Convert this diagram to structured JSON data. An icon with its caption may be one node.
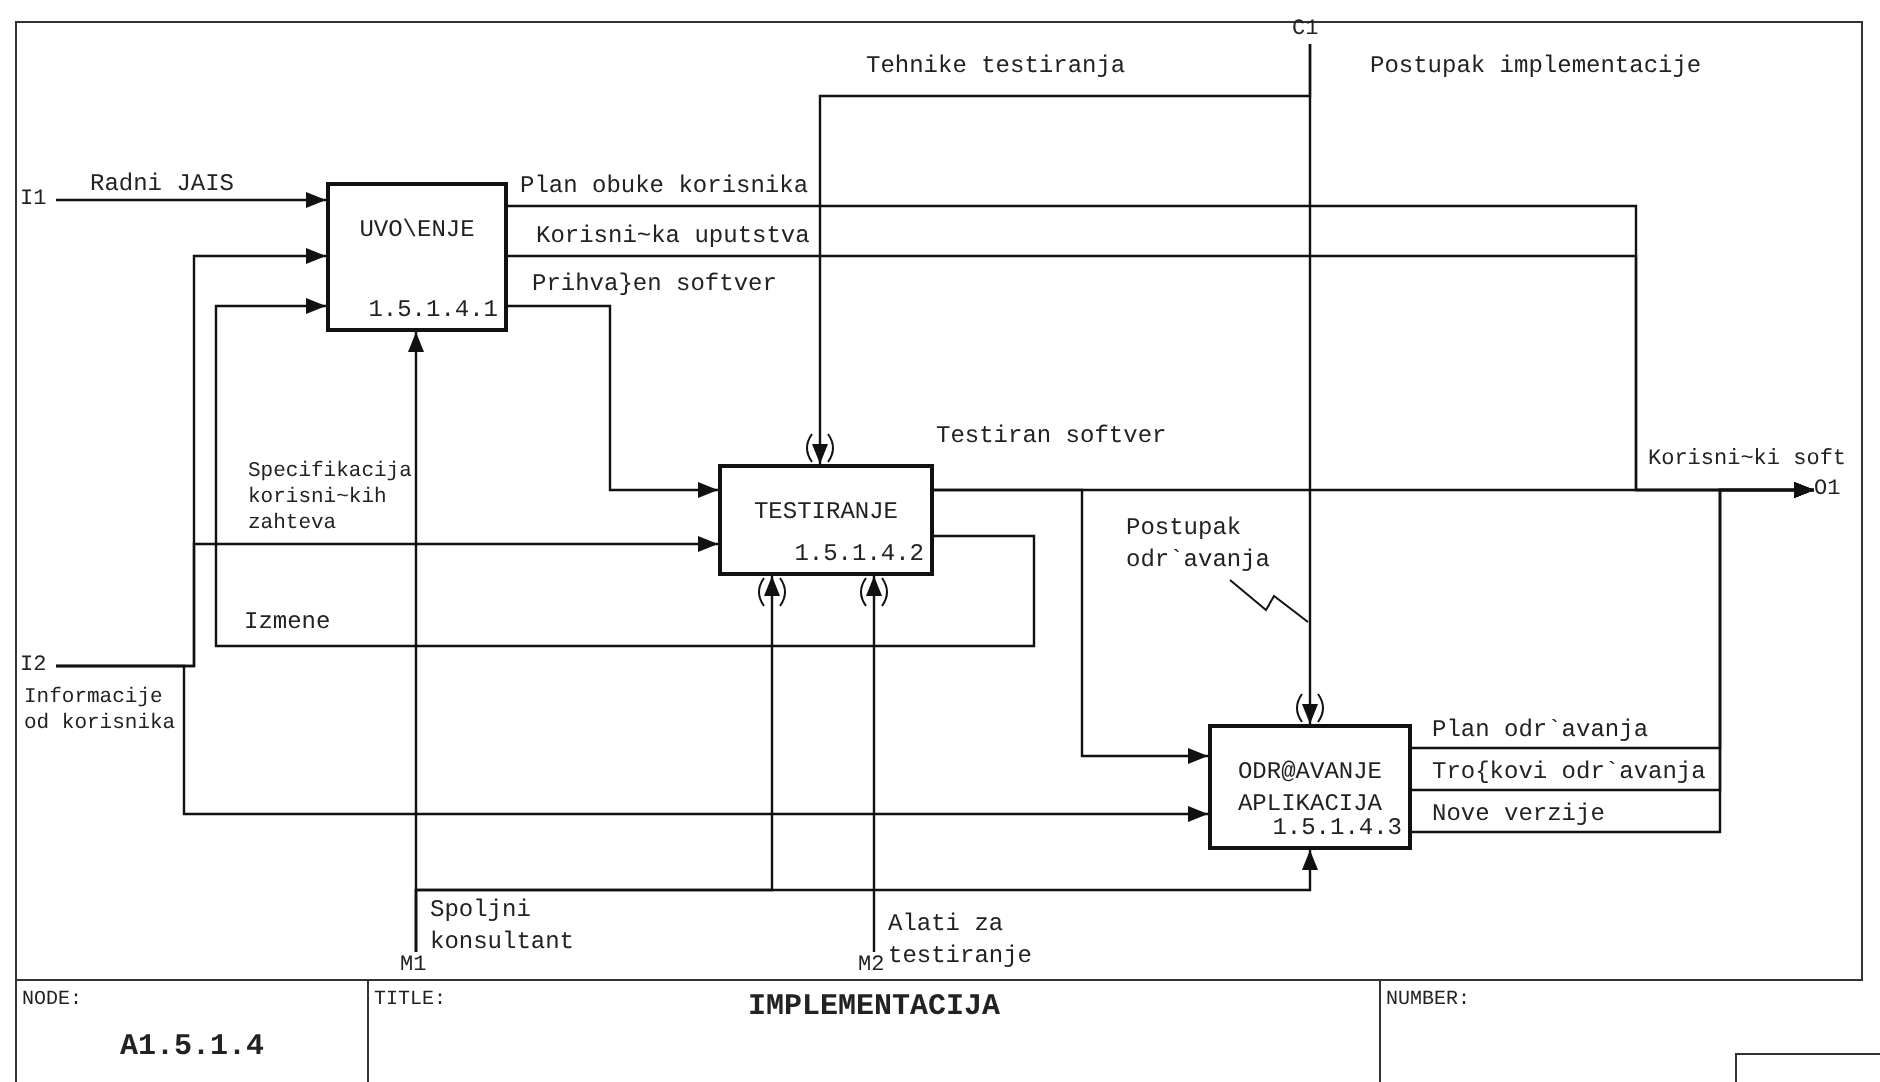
{
  "diagram": {
    "title": "IMPLEMENTACIJA",
    "nodes": [
      {
        "text": [
          "UVO\\ENJE",
          "1.5.1.4.1"
        ]
      },
      {
        "text": [
          "TESTIRANJE",
          "1.5.1.4.2"
        ]
      },
      {
        "text": [
          "ODR@AVANJE APLIKACIJA",
          "1.5.1.4.3"
        ]
      },
      {
        "text": [
          "I1"
        ]
      },
      {
        "text": [
          "I2"
        ]
      },
      {
        "text": [
          "C1"
        ],
        "beside": [
          "Postupak implementacije"
        ]
      },
      {
        "text": [
          "O1"
        ]
      },
      {
        "text": [
          "M1"
        ]
      },
      {
        "text": [
          "M2"
        ]
      }
    ],
    "edges": [
      {
        "from": 3,
        "to": 0,
        "arrow": "to",
        "label": "Radni JAIS"
      },
      {
        "from": 4,
        "to": 0,
        "arrow": "to"
      },
      {
        "from": 4,
        "to": 1,
        "arrow": "to",
        "label": "Specifikacija korisni~kih zahteva"
      },
      {
        "from": 4,
        "to": 2,
        "arrow": "to",
        "label": "Informacije od korisnika"
      },
      {
        "from": 5,
        "to": 1,
        "arrow": "to",
        "label": "Tehnike testiranja"
      },
      {
        "from": 5,
        "to": 2,
        "arrow": "to",
        "label": "Postupak odr`avanja"
      },
      {
        "from": 7,
        "to": 0,
        "arrow": "to",
        "label": "Spoljni konsultant"
      },
      {
        "from": 7,
        "to": 1,
        "arrow": "to"
      },
      {
        "from": 7,
        "to": 2,
        "arrow": "to"
      },
      {
        "from": 8,
        "to": 1,
        "arrow": "to",
        "label": "Alati za testiranje"
      },
      {
        "from": 0,
        "to": 1,
        "arrow": "to",
        "label": "Prihva}en softver"
      },
      {
        "from": 1,
        "to": 0,
        "arrow": "to",
        "label": "Izmene"
      },
      {
        "from": 0,
        "to": 6,
        "arrow": "to",
        "label": "Plan obuke korisnika"
      },
      {
        "from": 0,
        "to": 6,
        "arrow": "to",
        "label": "Korisni~ka uputstva"
      },
      {
        "from": 1,
        "to": 6,
        "arrow": "to",
        "label": "Testiran softver"
      },
      {
        "from": 1,
        "to": 2,
        "arrow": "to"
      },
      {
        "from": 2,
        "to": 6,
        "arrow": "to",
        "label": "Plan odr`avanja"
      },
      {
        "from": 2,
        "to": 6,
        "arrow": "to",
        "label": "Tro{kovi odr`avanja"
      },
      {
        "from": 2,
        "to": 6,
        "arrow": "to",
        "label": "Nove verzije"
      }
    ],
    "labels": [
      "Korisni~ki soft",
      "NODE:",
      "A1.5.1.4",
      "TITLE:",
      "NUMBER:"
    ]
  }
}
